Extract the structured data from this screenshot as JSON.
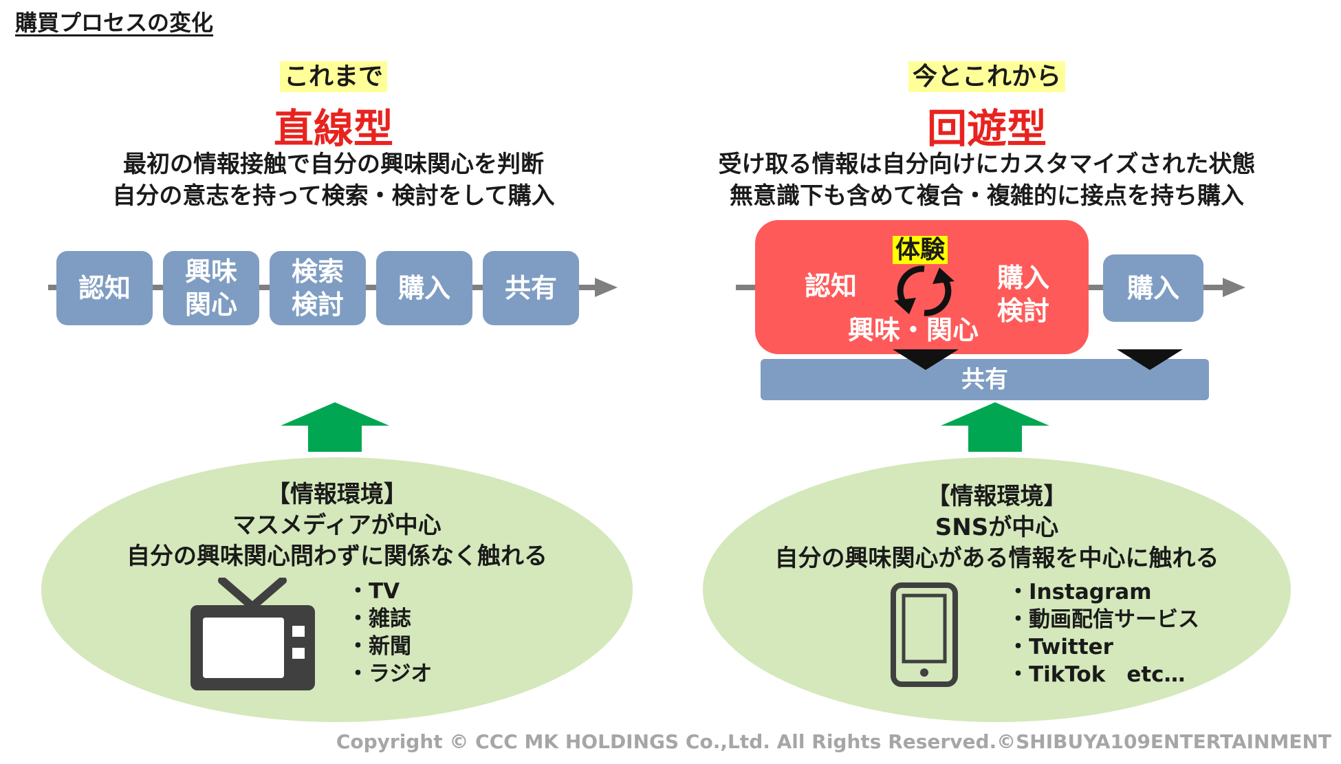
{
  "page_title": "購買プロセスの変化",
  "left": {
    "era_label": "これまで",
    "model_title": "直線型",
    "desc_line1": "最初の情報接触で自分の興味関心を判断",
    "desc_line2": "自分の意志を持って検索・検討をして購入",
    "steps": [
      "認知",
      "興味\n関心",
      "検索\n検討",
      "購入",
      "共有"
    ],
    "env_heading": "【情報環境】",
    "env_line1": "マスメディアが中心",
    "env_line2": "自分の興味関心問わずに関係なく触れる",
    "media": [
      "・TV",
      "・雑誌",
      "・新聞",
      "・ラジオ"
    ],
    "icon": "tv-icon"
  },
  "right": {
    "era_label": "今とこれから",
    "model_title": "回遊型",
    "desc_line1": "受け取る情報は自分向けにカスタマイズされた状態",
    "desc_line2": "無意識下も含めて複合・複雑的に接点を持ち購入",
    "experience_label": "体験",
    "cycle_awareness": "認知",
    "cycle_purchase_consider": "購入\n検討",
    "cycle_interest": "興味・関心",
    "purchase_step": "購入",
    "share_bar": "共有",
    "env_heading": "【情報環境】",
    "env_line1": "SNSが中心",
    "env_line2": "自分の興味関心がある情報を中心に触れる",
    "media": [
      "・Instagram",
      "・動画配信サービス",
      "・Twitter",
      "・TikTok　etc…"
    ],
    "icon": "smartphone-icon"
  },
  "copyright": "Copyright © CCC MK HOLDINGS Co.,Ltd. All Rights Reserved.©SHIBUYA109ENTERTAINMENT",
  "colors": {
    "accent_red": "#e8231f",
    "step_blue": "#7f9dc2",
    "cycle_red": "#ff5a5a",
    "arrow_green": "#00a651",
    "ellipse_green": "#d4e8bb",
    "highlight_yellow": "#ffff99"
  }
}
